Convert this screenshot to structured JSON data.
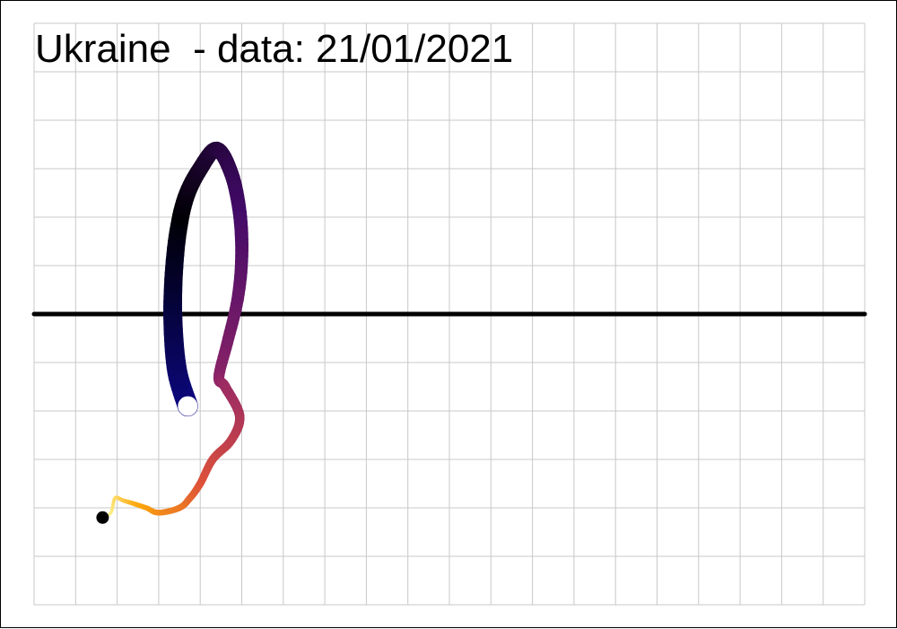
{
  "chart_data": {
    "type": "line",
    "title": "Ukraine  - data: 21/01/2021",
    "xlabel": "",
    "ylabel": "",
    "grid": true,
    "zero_line": true,
    "xlim": [
      0,
      20
    ],
    "ylim": [
      -6,
      6
    ],
    "colormap": [
      "#0d0887",
      "#000004",
      "#420a68",
      "#932667",
      "#dd513a",
      "#fca50a",
      "#fcffa4"
    ],
    "series": [
      {
        "x": [
          3.7,
          3.45,
          3.35,
          3.35,
          3.45,
          3.65,
          4.0,
          4.4,
          4.75,
          4.95,
          5.0,
          4.9,
          4.65,
          4.45,
          4.6,
          4.95,
          4.75,
          4.3,
          4.0,
          3.75,
          3.5,
          3.0,
          2.7,
          2.35,
          2.15,
          1.95,
          1.85,
          1.65
        ],
        "y": [
          -1.9,
          -1.2,
          -0.3,
          0.6,
          1.6,
          2.4,
          3.0,
          3.4,
          2.9,
          2.1,
          1.2,
          0.3,
          -0.6,
          -1.3,
          -1.5,
          -2.1,
          -2.6,
          -3.0,
          -3.5,
          -3.8,
          -4.0,
          -4.1,
          -4.0,
          -3.9,
          -3.85,
          -3.8,
          -4.1,
          -4.2
        ],
        "start_marker": [
          3.7,
          -1.9
        ],
        "end_marker": [
          1.65,
          -4.2
        ]
      }
    ]
  }
}
